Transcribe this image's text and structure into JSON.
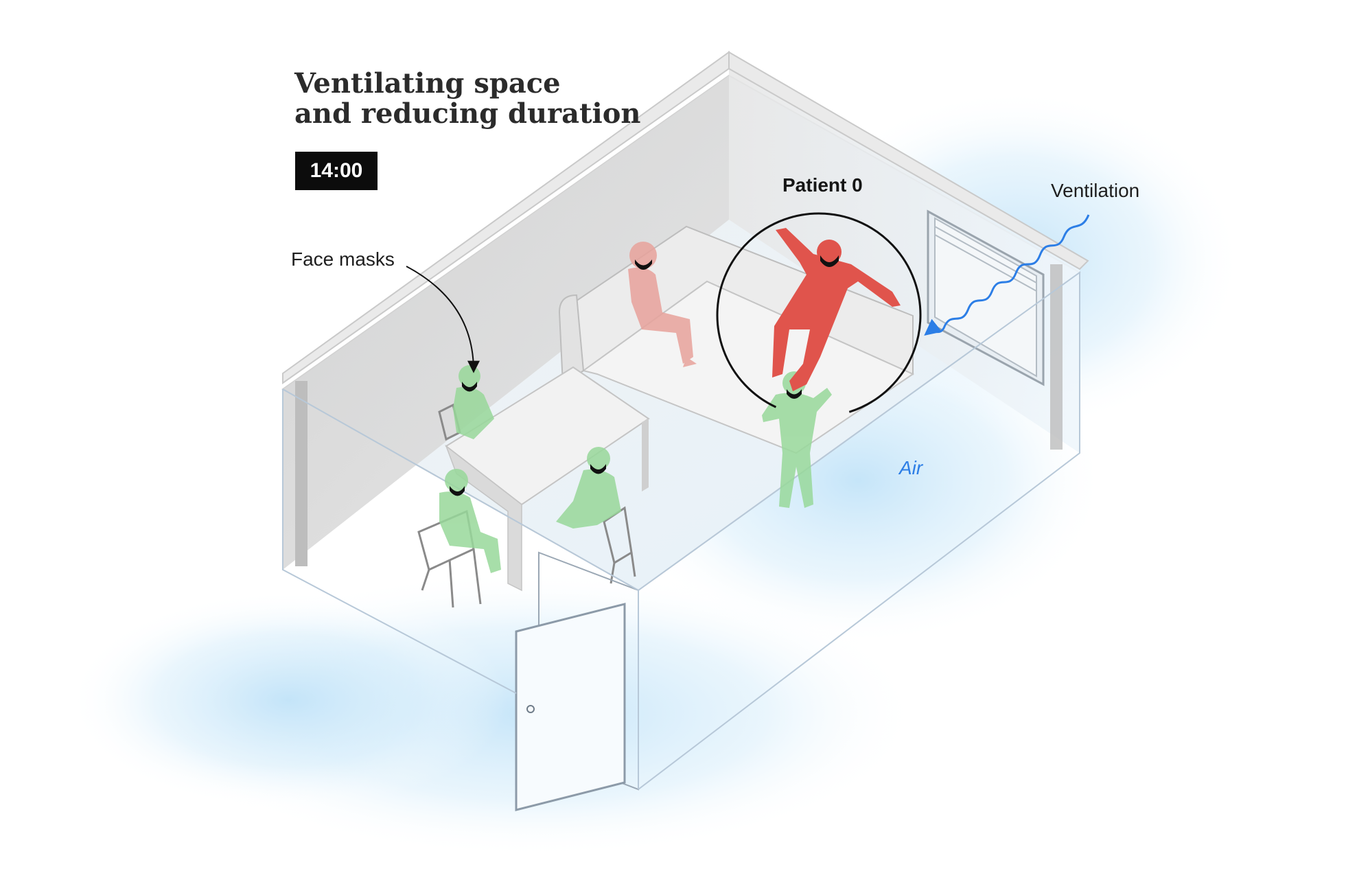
{
  "title": {
    "line1": "Ventilating space",
    "line2": "and reducing duration"
  },
  "time_badge": "14:00",
  "labels": {
    "patient_zero": "Patient 0",
    "face_masks": "Face masks",
    "ventilation": "Ventilation",
    "air": "Air"
  },
  "colors": {
    "infected": "#e0544c",
    "exposed": "#e8a29b",
    "masked_healthy": "#98d89a",
    "air": "#2c7ee6",
    "air_haze": "#cfe9fb",
    "room_wall": "#d9d9d9"
  }
}
